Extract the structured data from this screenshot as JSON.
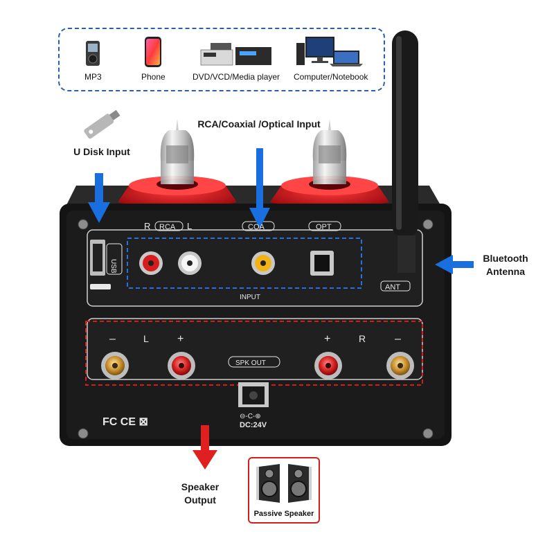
{
  "sources": [
    {
      "label": "MP3",
      "icon": "mp3-player-icon"
    },
    {
      "label": "Phone",
      "icon": "phone-icon"
    },
    {
      "label": "DVD/VCD/Media player",
      "icon": "media-player-icon"
    },
    {
      "label": "Computer/Notebook",
      "icon": "computer-icon"
    }
  ],
  "callouts": {
    "udisk": "U Disk Input",
    "rca_input": "RCA/Coaxial /Optical  Input",
    "bluetooth_line1": "Bluetooth",
    "bluetooth_line2": "Antenna",
    "speaker_line1": "Speaker",
    "speaker_line2": "Output",
    "passive_speaker": "Passive Speaker"
  },
  "panel": {
    "rca_r": "R",
    "rca": "RCA",
    "rca_l": "L",
    "coax": "COA",
    "opt": "OPT",
    "usb": "USB",
    "input": "INPUT",
    "ant": "ANT",
    "spk_out": "SPK OUT",
    "minus_l": "–",
    "l": "L",
    "plus_l": "+",
    "plus_r": "+",
    "r": "R",
    "minus_r": "–",
    "dc_symbol": "⊖-C-⊕",
    "dc": "DC:24V",
    "cert": "FC  CE  ⊠"
  },
  "colors": {
    "arrow_blue": "#1a6fe0",
    "arrow_red": "#e02020",
    "dashed_blue": "#2a5fae",
    "dashed_red": "#d21e1e",
    "panel": "#141414",
    "tube_base": "#c8141a"
  }
}
